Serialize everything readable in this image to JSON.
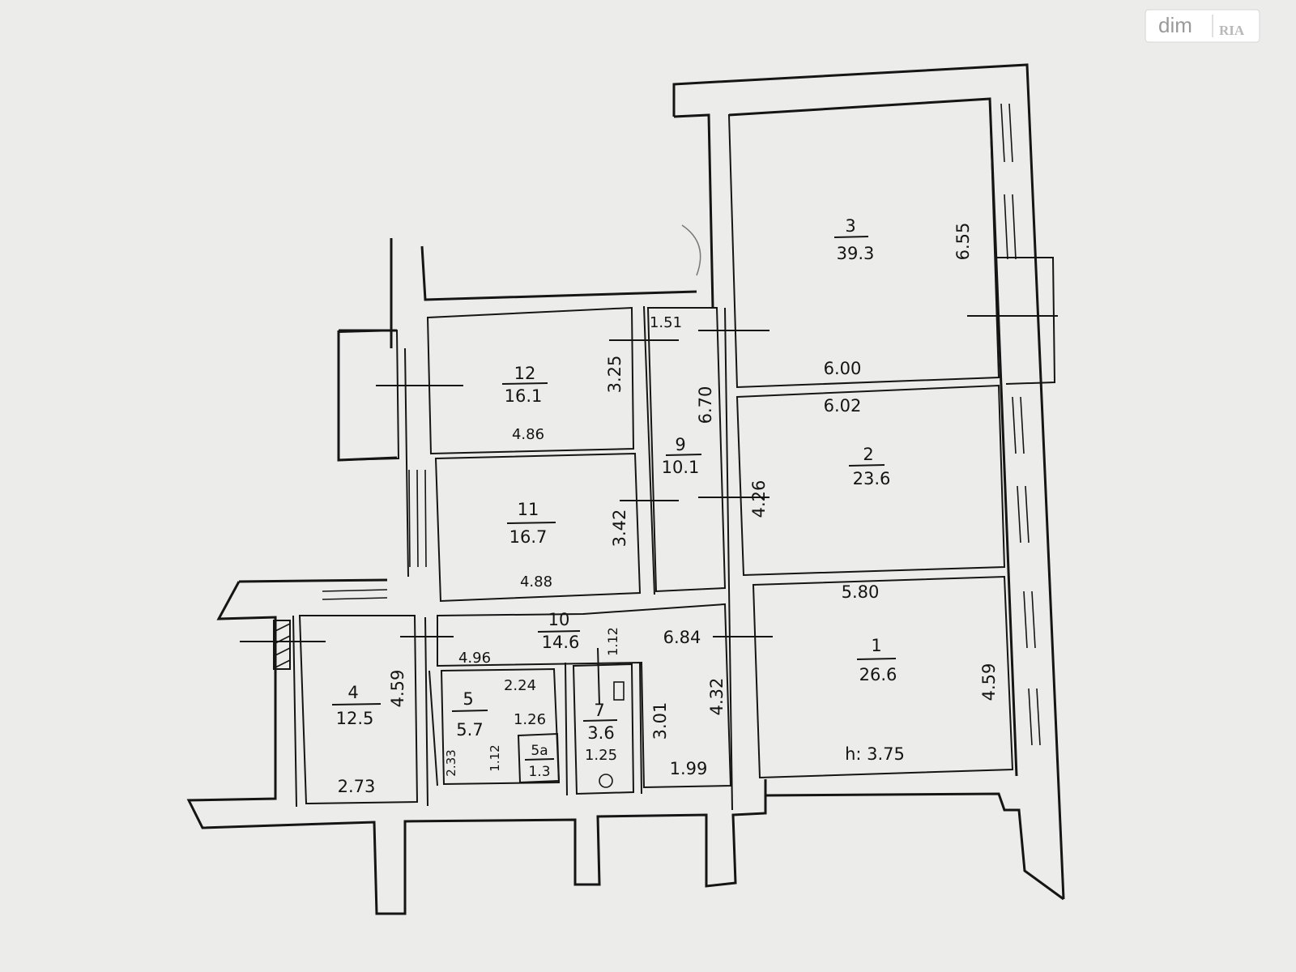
{
  "watermark": {
    "brand": "dim",
    "sub": "RIA"
  },
  "rooms": [
    {
      "id": "room-1",
      "number": "1",
      "area": "26.6"
    },
    {
      "id": "room-2",
      "number": "2",
      "area": "23.6"
    },
    {
      "id": "room-3",
      "number": "3",
      "area": "39.3"
    },
    {
      "id": "room-4",
      "number": "4",
      "area": "12.5"
    },
    {
      "id": "room-5",
      "number": "5",
      "area": "5.7"
    },
    {
      "id": "room-5a",
      "number": "5a",
      "area": "1.3"
    },
    {
      "id": "room-7",
      "number": "7",
      "area": "3.6"
    },
    {
      "id": "room-9",
      "number": "9",
      "area": "10.1"
    },
    {
      "id": "room-10",
      "number": "10",
      "area": "14.6"
    },
    {
      "id": "room-11",
      "number": "11",
      "area": "16.7"
    },
    {
      "id": "room-12",
      "number": "12",
      "area": "16.1"
    }
  ],
  "dimensions": {
    "room3_height": "6.55",
    "room3_width": "6.00",
    "room2_width": "6.02",
    "room2_depth": "4.26",
    "room1_width": "5.80",
    "room1_depth": "4.59",
    "room4_depth": "4.59",
    "room4_width": "2.73",
    "room12_width": "4.86",
    "room12_depth": "3.25",
    "room11_depth": "3.42",
    "room11_width": "4.88",
    "room9_depth": "6.70",
    "door_151": "1.51",
    "room10_width": "6.84",
    "room10_left": "4.96",
    "corridor_depth": "4.32",
    "corridor_right": "3.01",
    "corridor_bottom": "1.99",
    "room5_width": "2.24",
    "room5_inner": "1.26",
    "room5_depth": "2.33",
    "room5_side": "1.12",
    "room7_top": "1.12",
    "room7_width": "1.25",
    "ceiling_height": "h: 3.75"
  }
}
